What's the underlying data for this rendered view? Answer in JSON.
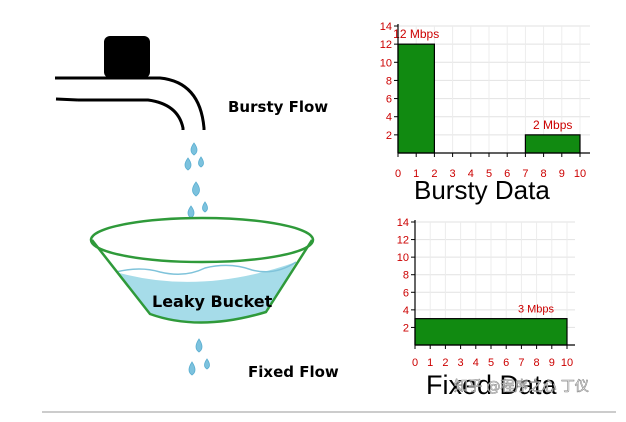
{
  "labels": {
    "bursty_flow": "Bursty Flow",
    "leaky_bucket": "Leaky Bucket",
    "fixed_flow": "Fixed Flow",
    "watermark": "知乎 @程序之心 丁仪"
  },
  "colors": {
    "bar_fill": "#118a11",
    "tick_text": "#cc0000",
    "water": "#a6dce9",
    "drop": "#7cc2de",
    "bucket_rim": "#2f9a3a"
  },
  "chart_data": [
    {
      "type": "bar",
      "title": "Bursty Data",
      "xlabel": "",
      "ylabel": "",
      "x_ticks": [
        0,
        1,
        2,
        3,
        4,
        5,
        6,
        7,
        8,
        9,
        10
      ],
      "y_ticks": [
        2,
        4,
        6,
        8,
        10,
        12,
        14
      ],
      "xlim": [
        0,
        10
      ],
      "ylim": [
        0,
        14
      ],
      "grid": true,
      "bars": [
        {
          "x_start": 0,
          "x_end": 2,
          "value": 12,
          "label": "12 Mbps"
        },
        {
          "x_start": 7,
          "x_end": 10,
          "value": 2,
          "label": "2 Mbps"
        }
      ]
    },
    {
      "type": "bar",
      "title": "Fixed Data",
      "xlabel": "",
      "ylabel": "",
      "x_ticks": [
        0,
        1,
        2,
        3,
        4,
        5,
        6,
        7,
        8,
        9,
        10
      ],
      "y_ticks": [
        2,
        4,
        6,
        8,
        10,
        12,
        14
      ],
      "xlim": [
        0,
        10
      ],
      "ylim": [
        0,
        14
      ],
      "grid": true,
      "bars": [
        {
          "x_start": 0,
          "x_end": 10,
          "value": 3,
          "label": "3 Mbps"
        }
      ]
    }
  ]
}
